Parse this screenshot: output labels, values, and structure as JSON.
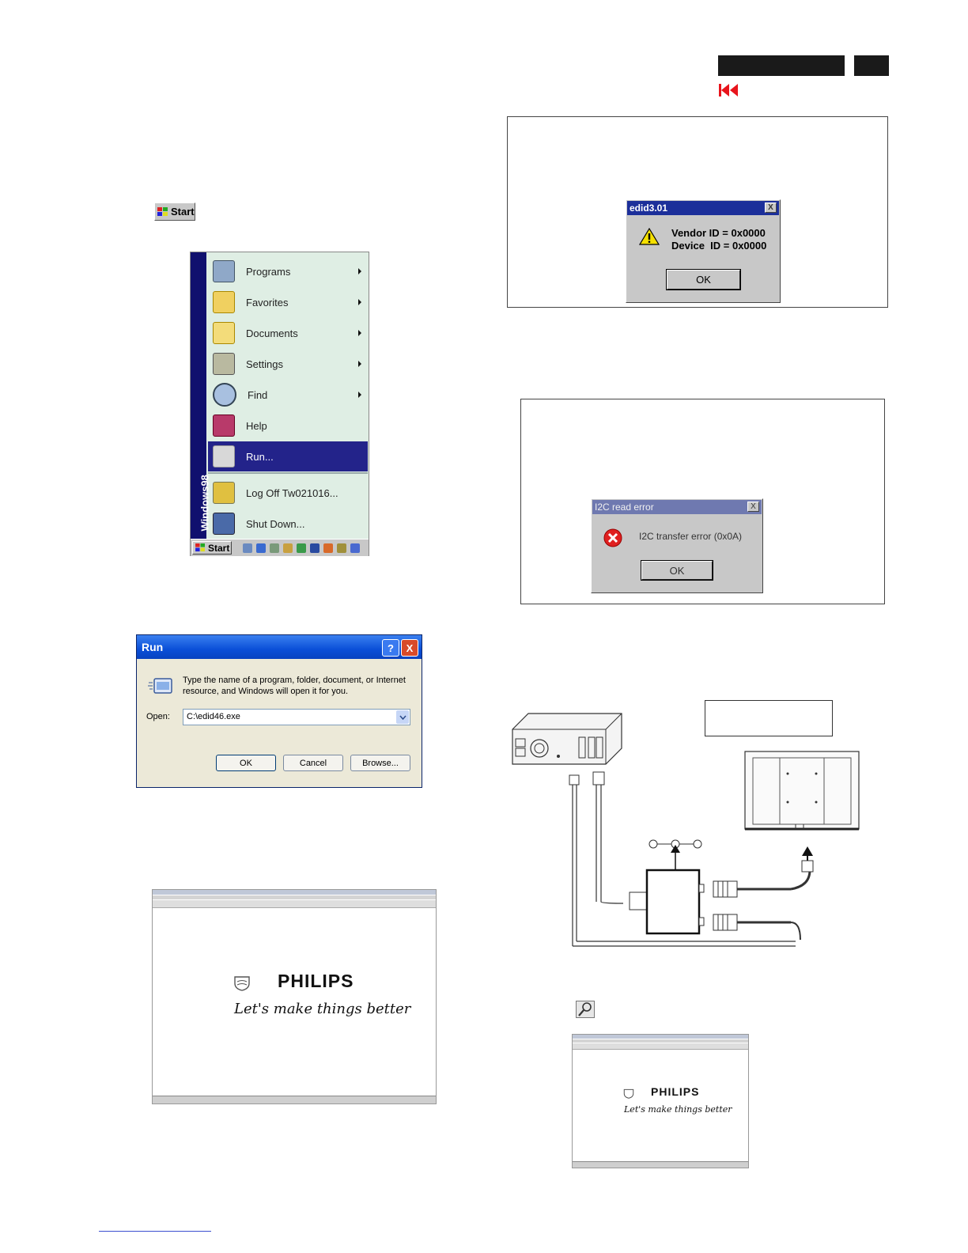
{
  "start_button": {
    "label": "Start"
  },
  "start_menu": {
    "side_label": "Windows98",
    "items": [
      {
        "label": "Programs",
        "submenu": true
      },
      {
        "label": "Favorites",
        "submenu": true
      },
      {
        "label": "Documents",
        "submenu": true
      },
      {
        "label": "Settings",
        "submenu": true
      },
      {
        "label": "Find",
        "submenu": true
      },
      {
        "label": "Help",
        "submenu": false
      },
      {
        "label": "Run...",
        "submenu": false,
        "selected": true
      },
      {
        "label": "Log Off Tw021016...",
        "submenu": false
      },
      {
        "label": "Shut Down...",
        "submenu": false
      }
    ],
    "taskbar_start": "Start"
  },
  "run_dialog": {
    "title": "Run",
    "help": "?",
    "close": "X",
    "description": "Type the name of a program, folder, document, or Internet resource, and Windows will open it for you.",
    "open_label": "Open:",
    "open_value": "C:\\edid46.exe",
    "ok": "OK",
    "cancel": "Cancel",
    "browse": "Browse..."
  },
  "edid_dialog": {
    "title": "edid3.01",
    "close": "X",
    "vendor_line": "Vendor ID = 0x0000",
    "device_line": "Device  ID = 0x0000",
    "ok": "OK"
  },
  "i2c_dialog": {
    "title": "I2C read error",
    "close": "X",
    "message": "I2C transfer error (0x0A)",
    "ok": "OK"
  },
  "philips_screen_1": {
    "brand": "PHILIPS",
    "slogan": "Let's make things better"
  },
  "philips_screen_2": {
    "brand": "PHILIPS",
    "slogan": "Let's make things better"
  },
  "colors": {
    "titlebar_98": "#1c2f9a",
    "selected_menu": "#23238a",
    "rewind_icon": "#e8141c",
    "xp_title": "#0a4fd8"
  },
  "icons": [
    "rewind-icon",
    "windows-flag-icon",
    "warning-icon",
    "error-icon",
    "tool-icon"
  ]
}
